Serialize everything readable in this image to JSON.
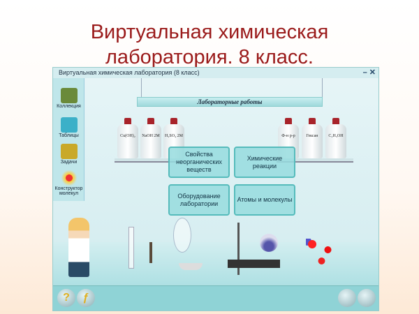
{
  "slide": {
    "title_line1": "Виртуальная химическая",
    "title_line2": "лаборатория. 8 класс."
  },
  "window": {
    "title": "Виртуальная химическая лаборатория (8 класс)",
    "minimize": "–",
    "close": "✕"
  },
  "sidebar": {
    "items": [
      {
        "label": "Коллекция",
        "icon": "collection-icon"
      },
      {
        "label": "Таблицы",
        "icon": "tables-icon"
      },
      {
        "label": "Задачи",
        "icon": "tasks-icon"
      },
      {
        "label": "Конструктор молекул",
        "icon": "molecule-icon"
      }
    ]
  },
  "banner": "Лабораторные работы",
  "bottles_left": [
    "Cu(OH)₂",
    "NaOH 2M",
    "H₂SO₄ 2M"
  ],
  "bottles_right": [
    "Ф-н р-р",
    "Гексан",
    "C₂H₅OH"
  ],
  "cards": [
    "Свойства неорганических веществ",
    "Химические реакции",
    "Оборудование лаборатории",
    "Атомы и молекулы"
  ],
  "bottom": {
    "help": "?",
    "info": "ƒ"
  }
}
